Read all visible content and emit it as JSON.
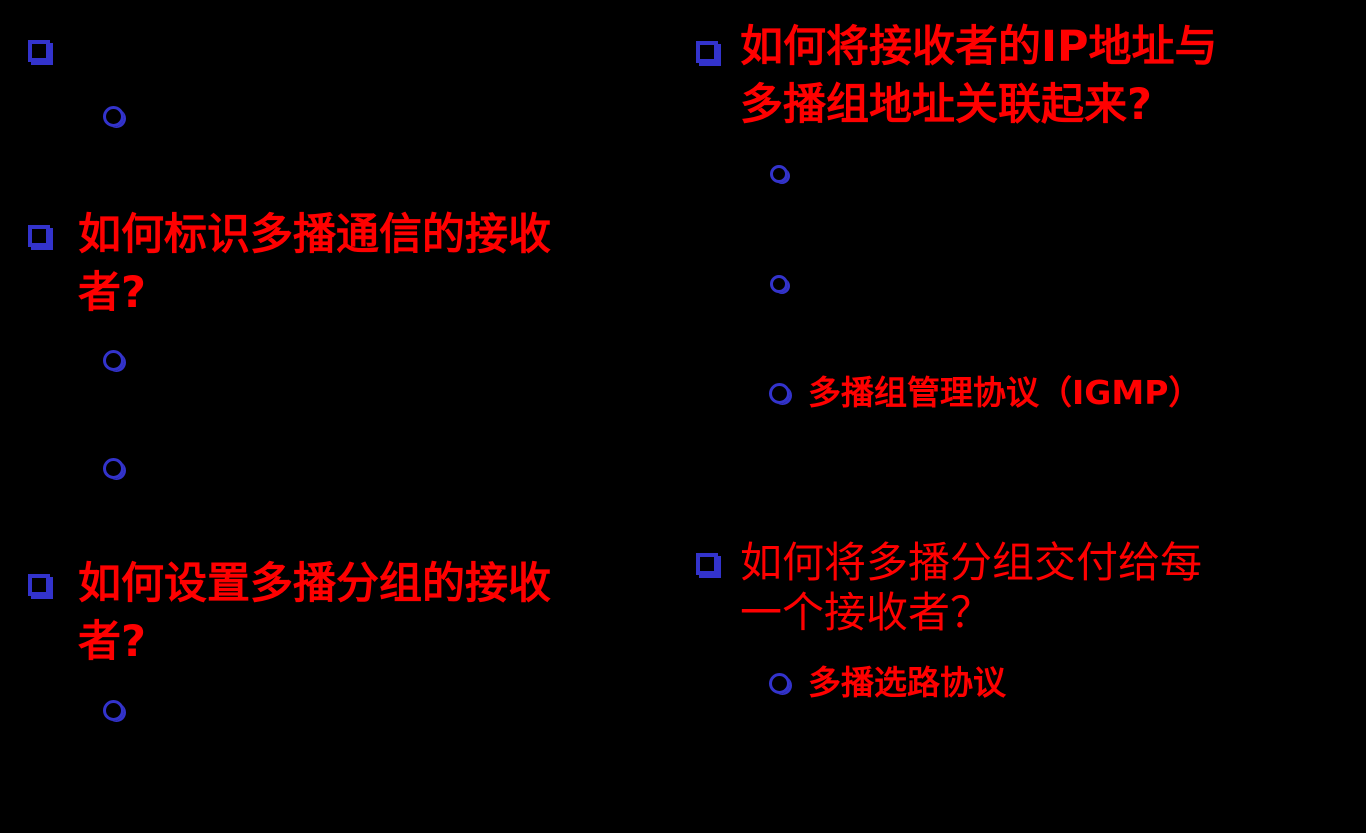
{
  "slide": {
    "background_color": "#000000",
    "text_color": "#FF0000",
    "bullet_color": "#3333CC",
    "columns": [
      {
        "name": "left-column",
        "items": [
          {
            "level": "square",
            "label": ""
          },
          {
            "level": "circle",
            "label": ""
          },
          {
            "level": "square",
            "label": "如何标识多播通信的接收者?"
          },
          {
            "level": "circle",
            "label": ""
          },
          {
            "level": "circle",
            "label": ""
          },
          {
            "level": "square",
            "label": "如何设置多播分组的接收者?"
          },
          {
            "level": "circle",
            "label": ""
          }
        ]
      },
      {
        "name": "right-column",
        "items": [
          {
            "level": "square",
            "label": "如何将接收者的IP地址与多播组地址关联起来?"
          },
          {
            "level": "circle",
            "label": ""
          },
          {
            "level": "circle",
            "label": ""
          },
          {
            "level": "circle",
            "label": "多播组管理协议（IGMP）"
          },
          {
            "level": "square",
            "label": "如何将多播分组交付给每一个接收者？"
          },
          {
            "level": "circle",
            "label": "多播选路协议"
          }
        ]
      }
    ]
  },
  "left": {
    "heading1": "如何标识多播通信的接\n者?",
    "heading1_full": "如何标识多播通信的接收者?",
    "heading1_line1": "如何标识多播通信的接收",
    "heading1_line2": "者?",
    "heading2_line1": "如何设置多播分组的接收",
    "heading2_line2": "者?",
    "sub1": "",
    "sub2": "",
    "sub3": "",
    "sub4": ""
  },
  "right": {
    "heading1_line1": "如何将接收者的IP地址与",
    "heading1_line2": "多播组地址关联起来?",
    "sub1": "",
    "sub2": "",
    "sub3": "多播组管理协议（IGMP）",
    "heading2_line1": "如何将多播分组交付给每",
    "heading2_line2": "一个接收者？",
    "sub4": "多播选路协议"
  }
}
